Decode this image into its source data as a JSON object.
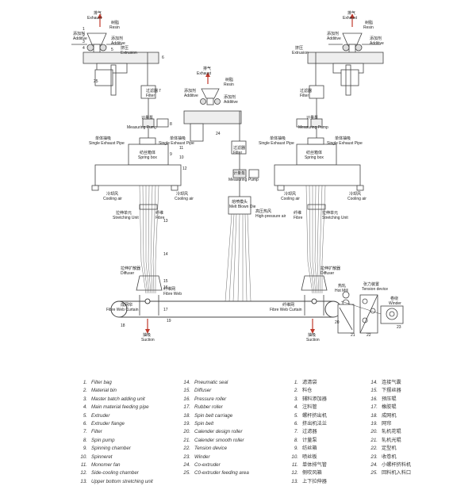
{
  "labels": {
    "exhaust_zh": "排气",
    "exhaust_en": "Exhaust",
    "resin_zh": "树脂",
    "resin_en": "Resin",
    "additive_zh": "添加剂",
    "additive_en": "Additive",
    "extrusion_zh": "挤压",
    "extrusion_en": "Extrusion",
    "filter_zh": "过滤器",
    "filter_en": "Filter",
    "measuring_pump_zh": "计量泵",
    "measuring_pump_en": "Measuring Pump",
    "single_exhaust_pipe_zh": "单体抽吸",
    "single_exhaust_pipe_en": "Single Exhaust Pipe",
    "spring_box_zh": "纺丝箱体",
    "spring_box_en": "Spring box",
    "cooling_air_zh": "冷却风",
    "cooling_air_en": "Cooling air",
    "stretching_unit_zh": "拉伸单元",
    "stretching_unit_en": "Stretching Unit",
    "fibre_zh": "纤维",
    "fibre_en": "Fibre",
    "melt_blown_die_zh": "熔喷模头",
    "melt_blown_die_en": "Melt Blown Die",
    "high_pressure_air_zh": "高压热风",
    "high_pressure_air_en": "High-pressure air",
    "diffuser_zh": "拉伸扩散器",
    "diffuser_en": "Diffuser",
    "fibre_web_zh": "纤维网",
    "fibre_web_en": "Fibre Web",
    "fibre_web_curtain_zh": "成网帘",
    "fibre_web_curtain_en": "Fibre Web Curtain",
    "suction_zh": "抽吸",
    "suction_en": "Suction",
    "hot_mill_zh": "热轧",
    "hot_mill_en": "Hot Mill",
    "tension_device_zh": "张力装置",
    "tension_device_en": "Tension device",
    "winder_zh": "卷绕",
    "winder_en": "Winder"
  },
  "callouts": [
    "1",
    "2",
    "3",
    "4",
    "5",
    "6",
    "7",
    "8",
    "9",
    "10",
    "11",
    "12",
    "13",
    "14",
    "15",
    "16",
    "17",
    "18",
    "19",
    "20",
    "21",
    "22",
    "23",
    "24",
    "25"
  ],
  "legend_en": [
    {
      "num": "1.",
      "text": "Filter bag"
    },
    {
      "num": "2.",
      "text": "Material bin"
    },
    {
      "num": "3.",
      "text": "Master batch adding unit"
    },
    {
      "num": "4.",
      "text": "Main material feeding pipe"
    },
    {
      "num": "5.",
      "text": "Extruder"
    },
    {
      "num": "6.",
      "text": "Extruder flange"
    },
    {
      "num": "7.",
      "text": "Filter"
    },
    {
      "num": "8.",
      "text": "Spin pump"
    },
    {
      "num": "9.",
      "text": "Spinning chamber"
    },
    {
      "num": "10.",
      "text": "Spinneret"
    },
    {
      "num": "11.",
      "text": "Monomer fan"
    },
    {
      "num": "12.",
      "text": "Side-cooling chamber"
    },
    {
      "num": "13.",
      "text": "Upper bottom stretching unit"
    },
    {
      "num": "14.",
      "text": "Pneumatic seal"
    },
    {
      "num": "15.",
      "text": "Diffuser"
    },
    {
      "num": "16.",
      "text": "Pressure roller"
    },
    {
      "num": "17.",
      "text": "Rubber roller"
    },
    {
      "num": "18.",
      "text": "Spin belt carriage"
    },
    {
      "num": "19.",
      "text": "Spin belt"
    },
    {
      "num": "20.",
      "text": "Calender design roller"
    },
    {
      "num": "21.",
      "text": "Calender smooth roller"
    },
    {
      "num": "22.",
      "text": "Tension device"
    },
    {
      "num": "23.",
      "text": "Winder"
    },
    {
      "num": "24.",
      "text": "Co-extruder"
    },
    {
      "num": "25.",
      "text": "C0-extruder feeding area"
    }
  ],
  "legend_zh": [
    {
      "num": "1.",
      "text": "滤清袋"
    },
    {
      "num": "2.",
      "text": "料仓"
    },
    {
      "num": "3.",
      "text": "辅料添加器"
    },
    {
      "num": "4.",
      "text": "注料管"
    },
    {
      "num": "5.",
      "text": "螺杆挤出机"
    },
    {
      "num": "6.",
      "text": "挤出机法兰"
    },
    {
      "num": "7.",
      "text": "过滤器"
    },
    {
      "num": "8.",
      "text": "计量泵"
    },
    {
      "num": "9.",
      "text": "纺丝箱"
    },
    {
      "num": "10.",
      "text": "喷丝板"
    },
    {
      "num": "11.",
      "text": "单体排气管"
    },
    {
      "num": "12.",
      "text": "侧吹风箱"
    },
    {
      "num": "13.",
      "text": "上下拉伸器"
    },
    {
      "num": "14.",
      "text": "连接气囊"
    },
    {
      "num": "15.",
      "text": "下摆丝器"
    },
    {
      "num": "16.",
      "text": "预压辊"
    },
    {
      "num": "17.",
      "text": "橡胶辊"
    },
    {
      "num": "18.",
      "text": "成网机"
    },
    {
      "num": "19.",
      "text": "网帘"
    },
    {
      "num": "20.",
      "text": "轧机花辊"
    },
    {
      "num": "21.",
      "text": "轧机光辊"
    },
    {
      "num": "22.",
      "text": "定型机"
    },
    {
      "num": "23.",
      "text": "收卷机"
    },
    {
      "num": "24.",
      "text": "小螺杆挤料机"
    },
    {
      "num": "25.",
      "text": "回料机入料口"
    }
  ]
}
